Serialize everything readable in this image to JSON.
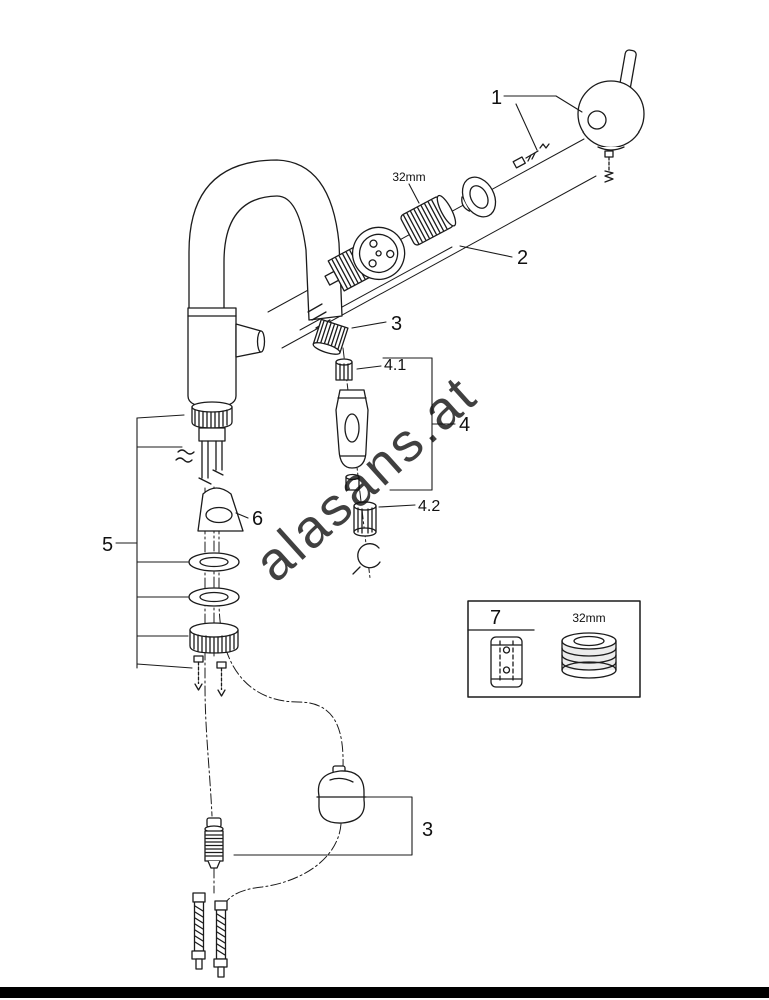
{
  "watermark": {
    "text": "alasans.at"
  },
  "labels": {
    "part_1": "1",
    "part_2": "2",
    "part_3_spout": "3",
    "part_4": "4",
    "part_4_1": "4.1",
    "part_4_2": "4.2",
    "part_5": "5",
    "part_6": "6",
    "part_7": "7",
    "part_3_hose": "3",
    "size_cap": "32mm",
    "size_ring": "32mm"
  },
  "colors": {
    "line": "#1b1b1b",
    "watermark": "#c3c3c3",
    "footer_bar": "#000000",
    "background": "#ffffff"
  }
}
